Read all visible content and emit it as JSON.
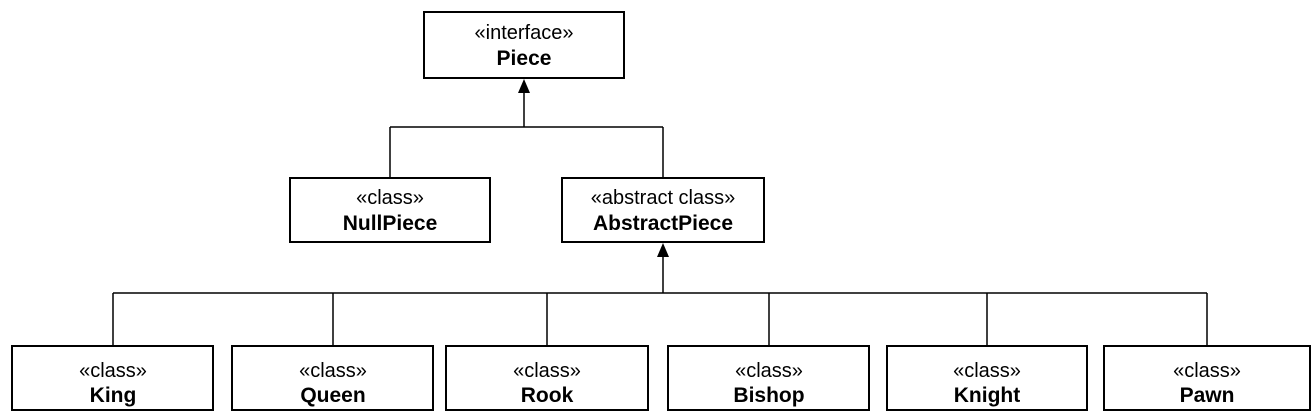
{
  "diagram": {
    "type": "uml-class-diagram",
    "colors": {
      "background": "#ffffff",
      "box_fill": "#ffffff",
      "line": "#000000",
      "text": "#000000"
    },
    "nodes": {
      "piece": {
        "stereotype": "«interface»",
        "name": "Piece"
      },
      "nullPiece": {
        "stereotype": "«class»",
        "name": "NullPiece"
      },
      "abstractPiece": {
        "stereotype": "«abstract class»",
        "name": "AbstractPiece"
      },
      "king": {
        "stereotype": "«class»",
        "name": "King"
      },
      "queen": {
        "stereotype": "«class»",
        "name": "Queen"
      },
      "rook": {
        "stereotype": "«class»",
        "name": "Rook"
      },
      "bishop": {
        "stereotype": "«class»",
        "name": "Bishop"
      },
      "knight": {
        "stereotype": "«class»",
        "name": "Knight"
      },
      "pawn": {
        "stereotype": "«class»",
        "name": "Pawn"
      }
    },
    "relationships": [
      {
        "from": "NullPiece",
        "to": "Piece",
        "arrow": "solid-arrowhead-up"
      },
      {
        "from": "AbstractPiece",
        "to": "Piece",
        "arrow": "solid-arrowhead-up"
      },
      {
        "from": "King",
        "to": "AbstractPiece",
        "arrow": "solid-arrowhead-up"
      },
      {
        "from": "Queen",
        "to": "AbstractPiece",
        "arrow": "solid-arrowhead-up"
      },
      {
        "from": "Rook",
        "to": "AbstractPiece",
        "arrow": "solid-arrowhead-up"
      },
      {
        "from": "Bishop",
        "to": "AbstractPiece",
        "arrow": "solid-arrowhead-up"
      },
      {
        "from": "Knight",
        "to": "AbstractPiece",
        "arrow": "solid-arrowhead-up"
      },
      {
        "from": "Pawn",
        "to": "AbstractPiece",
        "arrow": "solid-arrowhead-up"
      }
    ]
  }
}
